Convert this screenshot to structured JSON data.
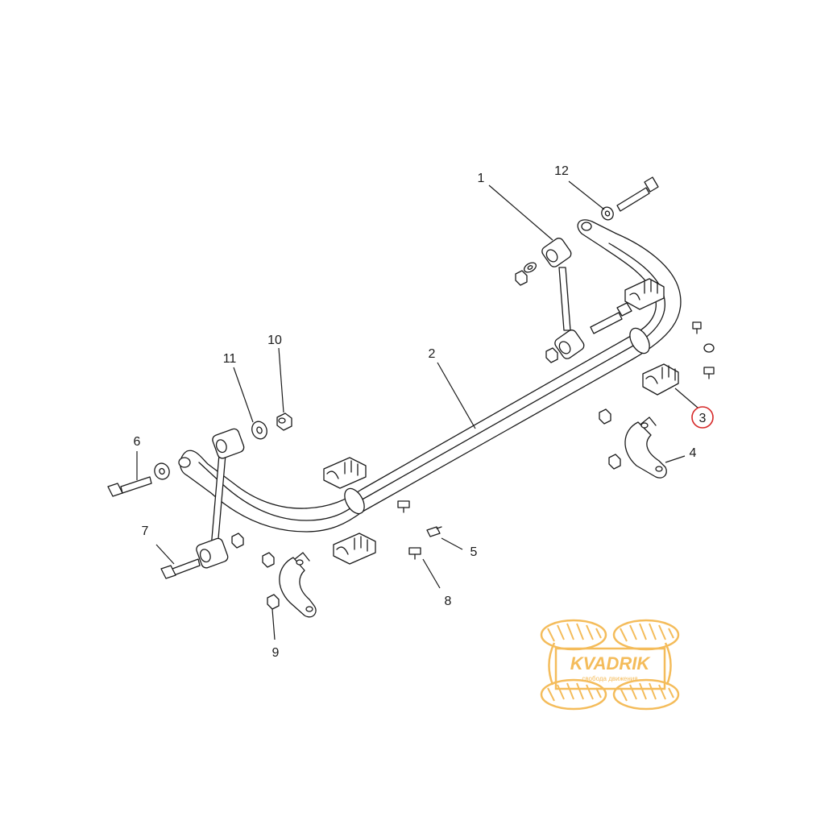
{
  "diagram": {
    "callouts": [
      {
        "id": "1",
        "label": "1"
      },
      {
        "id": "2",
        "label": "2"
      },
      {
        "id": "3",
        "label": "3",
        "highlighted": true
      },
      {
        "id": "4",
        "label": "4"
      },
      {
        "id": "5",
        "label": "5"
      },
      {
        "id": "6",
        "label": "6"
      },
      {
        "id": "7",
        "label": "7"
      },
      {
        "id": "8",
        "label": "8"
      },
      {
        "id": "9",
        "label": "9"
      },
      {
        "id": "10",
        "label": "10"
      },
      {
        "id": "11",
        "label": "11"
      },
      {
        "id": "12",
        "label": "12"
      }
    ],
    "highlight_color": "#d62828"
  },
  "watermark": {
    "brand": "KVADRIK",
    "tagline": "свобода движения",
    "color": "#f3b54a"
  }
}
